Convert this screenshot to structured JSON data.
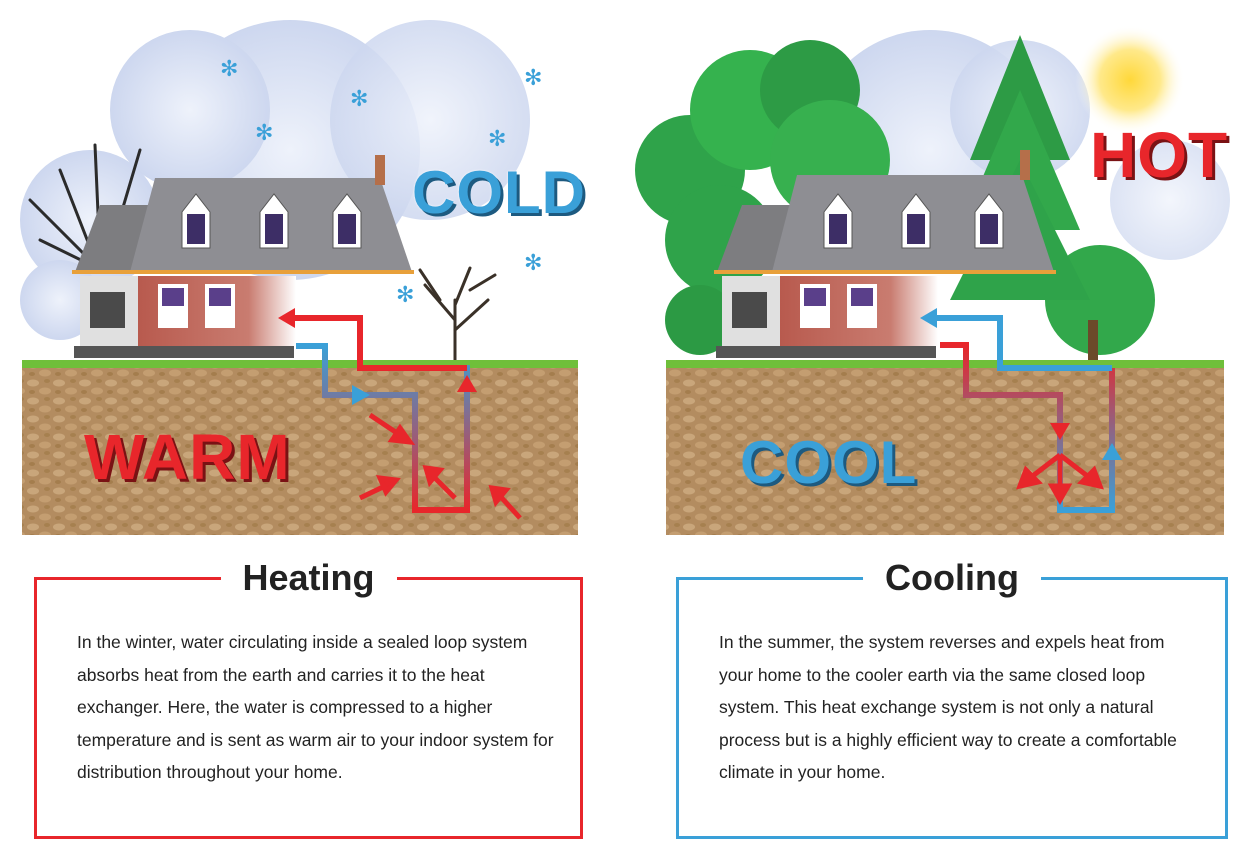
{
  "heating": {
    "title": "Heating",
    "air_label": "COLD",
    "ground_label": "WARM",
    "text": "In the winter, water circulating inside a sealed loop system absorbs heat from the earth and carries it to the heat exchanger.  Here, the water is compressed to a higher temperature and is sent as warm air to your indoor system for distribution throughout your home.",
    "accent_color": "#e8262b"
  },
  "cooling": {
    "title": "Cooling",
    "air_label": "HOT",
    "ground_label": "COOL",
    "text": "In the summer, the system reverses and expels heat from your home to the cooler earth via the same closed loop system.  This heat exchange system is not only a natural process but is a highly efficient way to create a comfortable climate in your home.",
    "accent_color": "#3aa0d8"
  },
  "colors": {
    "warm_red": "#e8262b",
    "cool_blue": "#3aa0d8",
    "soil": "#b58f63",
    "grass": "#6fbf3a"
  }
}
